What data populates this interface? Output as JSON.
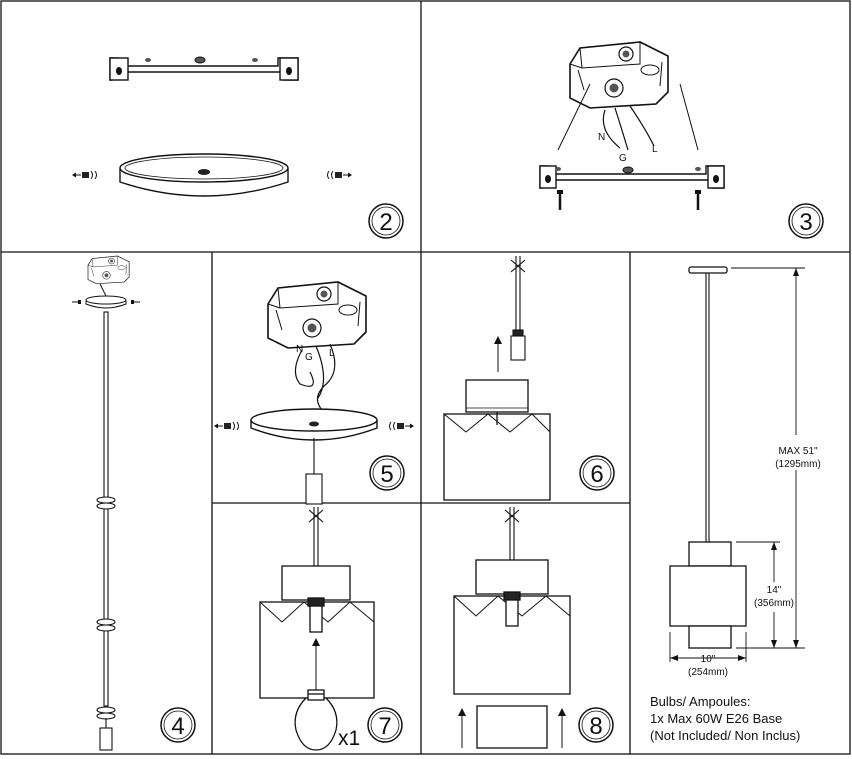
{
  "steps": [
    {
      "number": "2"
    },
    {
      "number": "3"
    },
    {
      "number": "4"
    },
    {
      "number": "5"
    },
    {
      "number": "6"
    },
    {
      "number": "7"
    },
    {
      "number": "8"
    }
  ],
  "wires": {
    "neutral": "N",
    "ground": "G",
    "line": "L"
  },
  "bulb_quantity": "x1",
  "dimensions": {
    "max_length": "MAX 51\"",
    "max_length_mm": "(1295mm)",
    "height": "14\"",
    "height_mm": "(356mm)",
    "width": "10\"",
    "width_mm": "(254mm)"
  },
  "bulb_note": {
    "line1": "Bulbs/ Ampoules:",
    "line2": "1x Max 60W E26 Base",
    "line3": "(Not Included/ Non Inclus)"
  }
}
